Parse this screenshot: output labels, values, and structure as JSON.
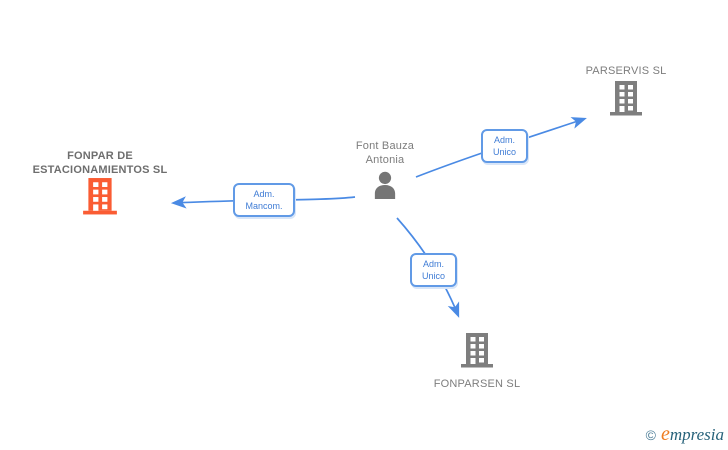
{
  "diagram": {
    "person": {
      "name_line1": "Font Bauza",
      "name_line2": "Antonia"
    },
    "companies": {
      "fonpar": {
        "name_line1": "FONPAR DE",
        "name_line2": "ESTACIONAMIENTOS SL",
        "highlighted": true
      },
      "parservis": {
        "name": "PARSERVIS SL",
        "highlighted": false
      },
      "fonparsen": {
        "name": "FONPARSEN SL",
        "highlighted": false
      }
    },
    "edges": {
      "mancom": {
        "label_line1": "Adm.",
        "label_line2": "Mancom.",
        "from": "Font Bauza Antonia",
        "to": "FONPAR DE ESTACIONAMIENTOS SL"
      },
      "unico_1": {
        "label_line1": "Adm.",
        "label_line2": "Unico",
        "from": "Font Bauza Antonia",
        "to": "PARSERVIS SL"
      },
      "unico_2": {
        "label_line1": "Adm.",
        "label_line2": "Unico",
        "from": "Font Bauza Antonia",
        "to": "FONPARSEN SL"
      }
    },
    "colors": {
      "edge_blue": "#4a8ae4",
      "label_border_blue": "#619ae6",
      "label_text_blue": "#3f7cd5",
      "node_gray": "#7e7e7e",
      "highlight_orange": "#fa5c33",
      "text_gray": "#7d7d7d"
    }
  },
  "watermark": {
    "copyright": "©",
    "brand_first": "e",
    "brand_rest": "mpresia"
  }
}
